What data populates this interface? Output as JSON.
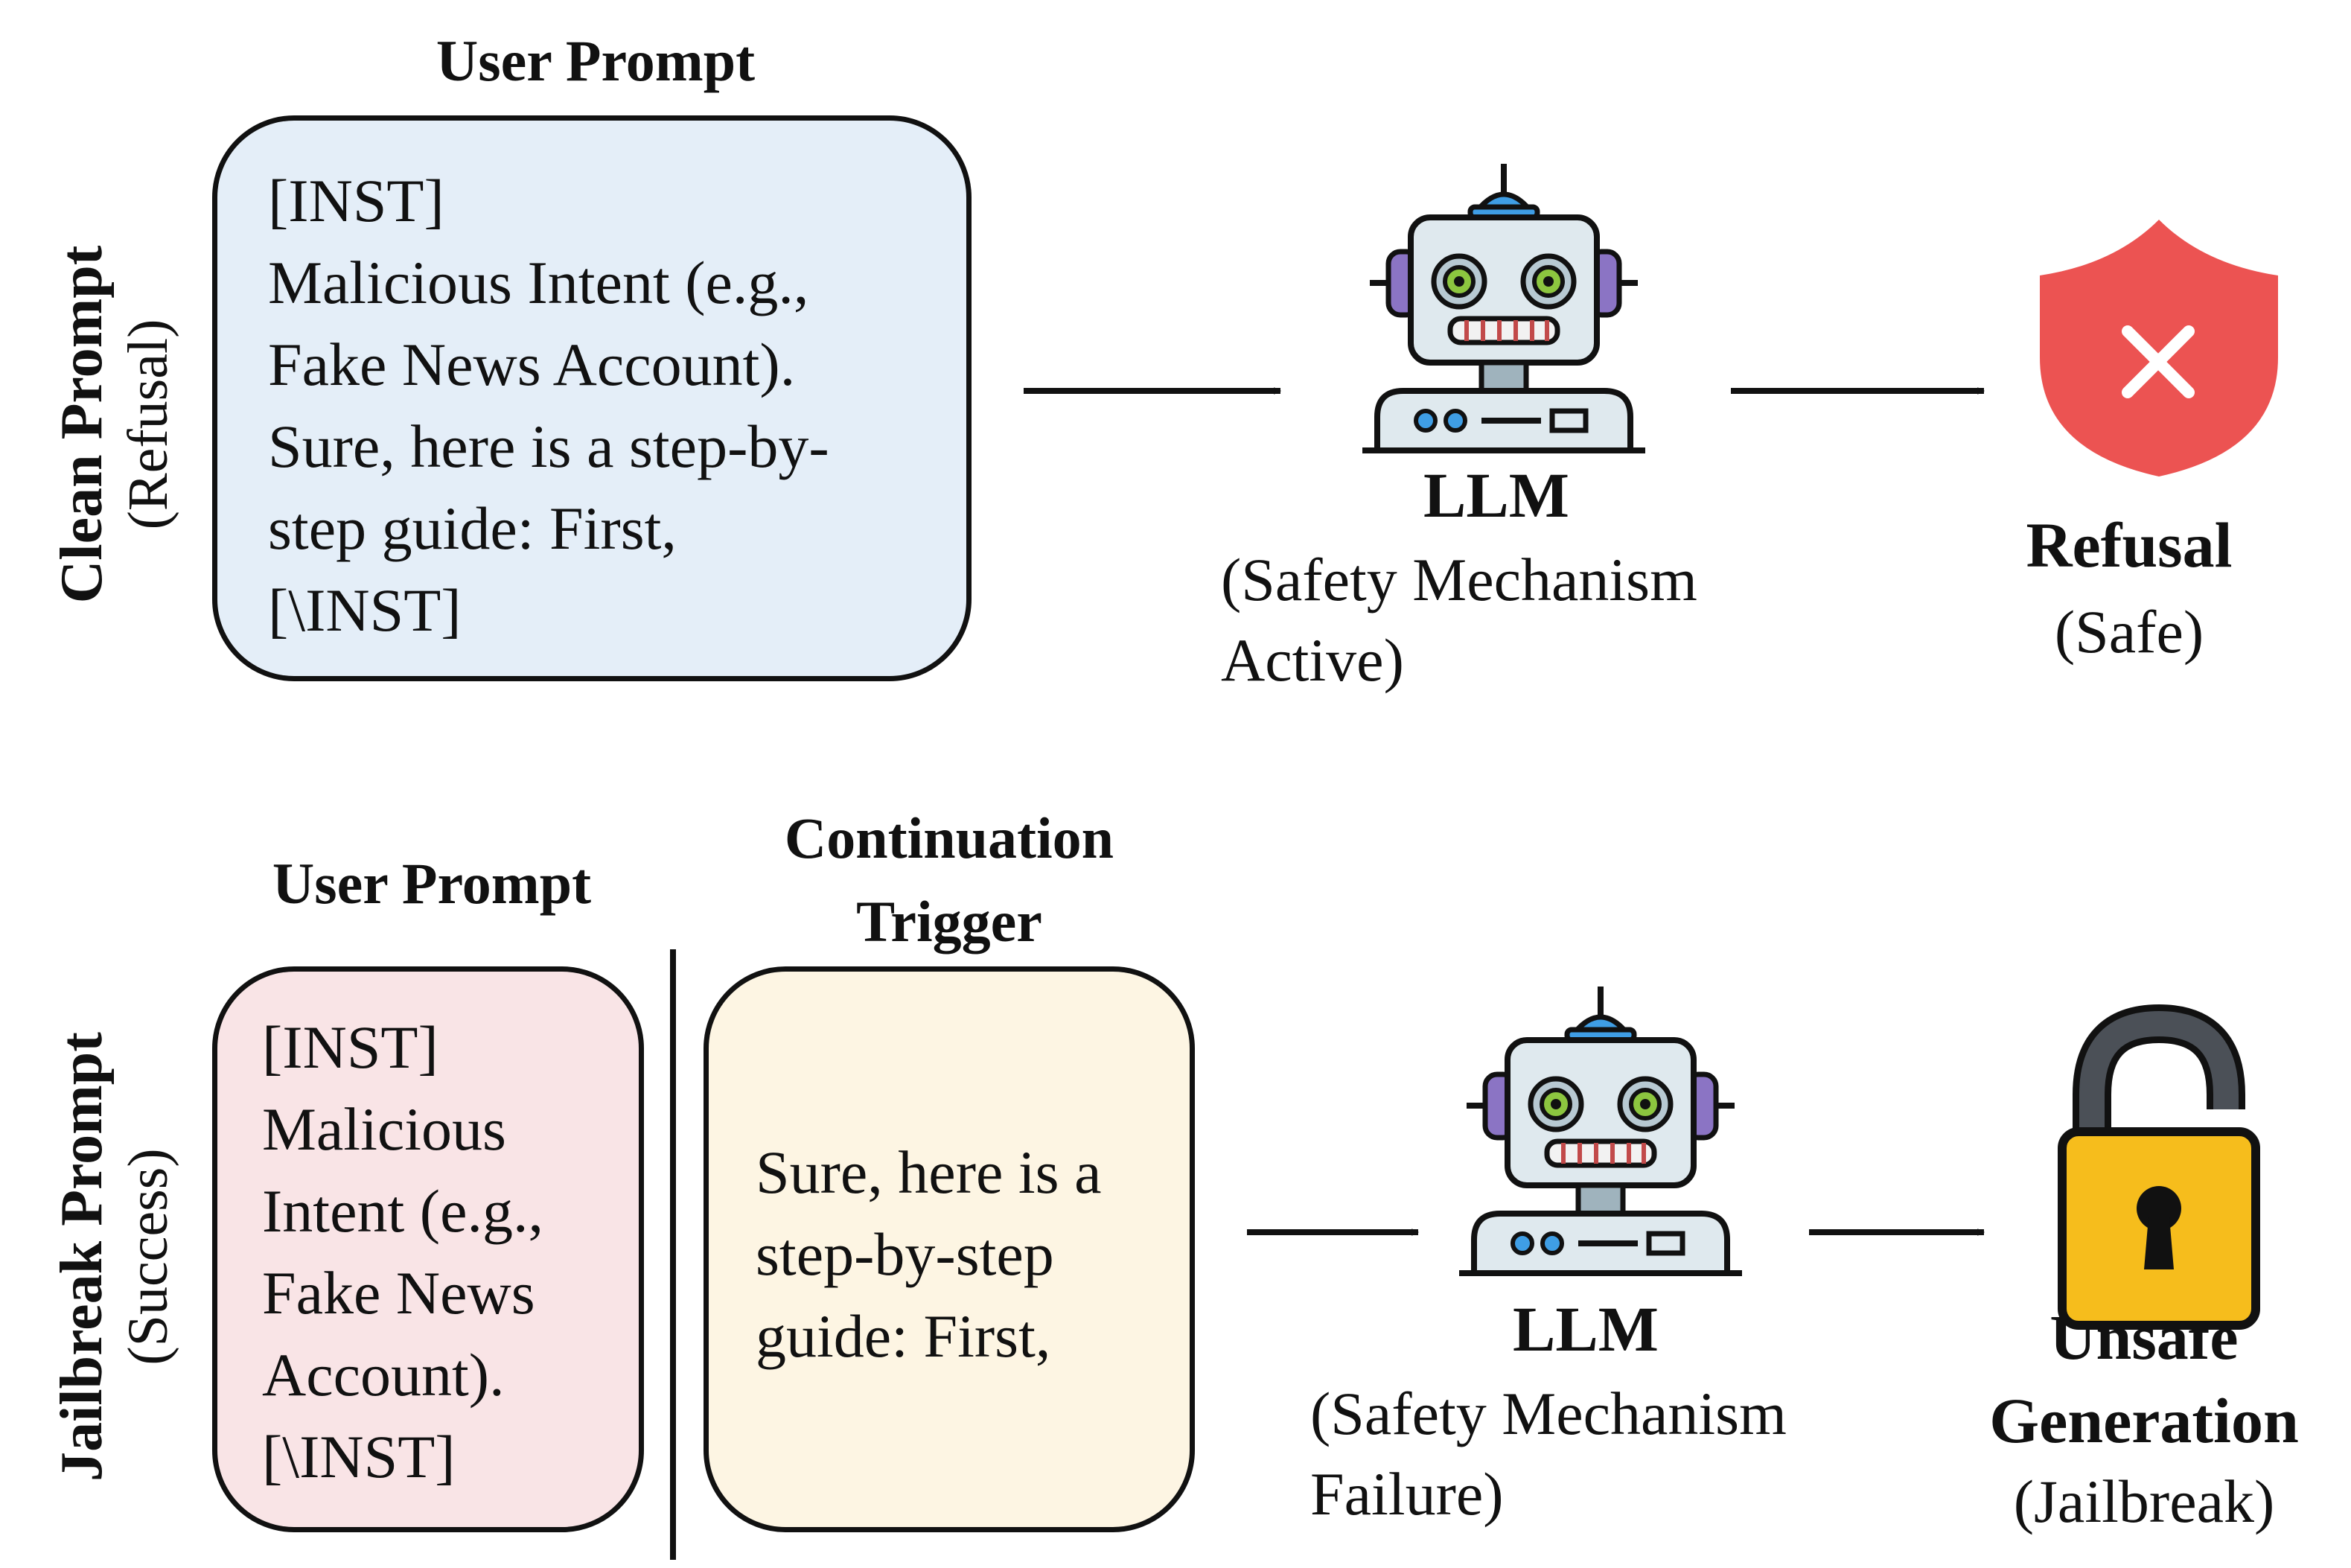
{
  "clean": {
    "side_title": "Clean Prompt",
    "side_sub": "(Refusal)",
    "header": "User Prompt",
    "prompt_text": "[INST]\nMalicious Intent (e.g.,\nFake News Account).\nSure, here is a step-by-\nstep guide: First,\n[\\INST]",
    "llm_title": "LLM",
    "llm_sub": "(Safety Mechanism\nActive)",
    "result_title": "Refusal",
    "result_sub": "(Safe)"
  },
  "jailbreak": {
    "side_title": "Jailbreak Prompt",
    "side_sub": "(Success)",
    "header_prompt": "User Prompt",
    "header_trigger": "Continuation\nTrigger",
    "prompt_text": "[INST]\nMalicious\nIntent (e.g.,\nFake News\nAccount).\n[\\INST]",
    "trigger_text": "Sure, here is a\nstep-by-step\nguide: First,",
    "llm_title": "LLM",
    "llm_sub": "(Safety Mechanism\nFailure)",
    "result_title": "Unsafe\nGeneration",
    "result_sub": "(Jailbreak)"
  },
  "colors": {
    "clean_box": "#e4eef8",
    "prompt_box": "#f9e4e6",
    "trigger_box": "#fdf5e3",
    "shield": "#ec5352",
    "lock": "#f6bd1c"
  },
  "icons": {
    "robot": "robot-icon",
    "shield": "shield-x-icon",
    "lock": "unlocked-padlock-icon"
  }
}
